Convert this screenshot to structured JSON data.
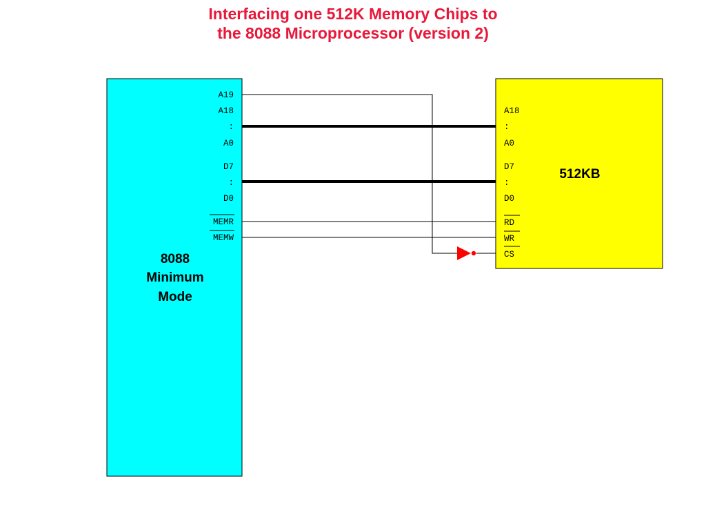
{
  "title": {
    "line1": "Interfacing one 512K Memory Chips to",
    "line2": "the 8088 Microprocessor (version 2)"
  },
  "cpu": {
    "label_lines": [
      "8088",
      "Minimum",
      "Mode"
    ],
    "pins": {
      "a19": "A19",
      "a18": "A18",
      "addr_dots": ":",
      "a0": "A0",
      "d7": "D7",
      "data_dots": ":",
      "d0": "D0",
      "memr": "MEMR",
      "memw": "MEMW"
    }
  },
  "memory": {
    "label": "512KB",
    "pins": {
      "a18": "A18",
      "addr_dots": ":",
      "a0": "A0",
      "d7": "D7",
      "data_dots": ":",
      "d0": "D0",
      "rd": "RD",
      "wr": "WR",
      "cs": "CS"
    }
  },
  "colors": {
    "title": "#e8183a",
    "cpu_fill": "#00ffff",
    "memory_fill": "#ffff00",
    "inverter": "#ff0000"
  },
  "icons": {
    "inverter": "not-gate-icon"
  }
}
